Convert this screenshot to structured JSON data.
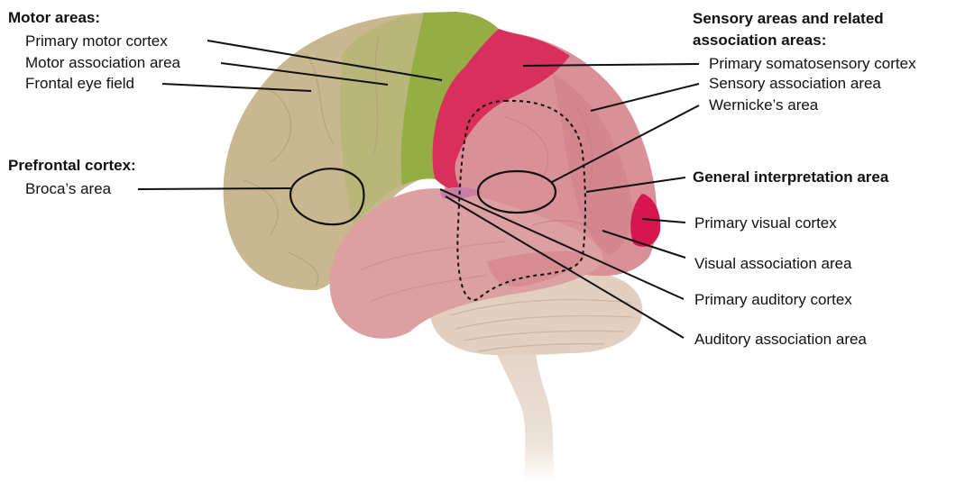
{
  "motor": {
    "heading": "Motor areas:",
    "primary_motor": "Primary motor cortex",
    "motor_association": "Motor association area",
    "frontal_eye": "Frontal eye field"
  },
  "prefrontal": {
    "heading": "Prefrontal cortex:",
    "broca": "Broca’s area"
  },
  "sensory": {
    "heading_line1": "Sensory areas and related",
    "heading_line2": "association areas:",
    "primary_somatosensory": "Primary somatosensory cortex",
    "sensory_association": "Sensory association area",
    "wernicke": "Wernicke’s area",
    "general_interpretation": "General interpretation area",
    "primary_visual": "Primary visual cortex",
    "visual_association": "Visual association area",
    "primary_auditory": "Primary auditory cortex",
    "auditory_association": "Auditory association area"
  },
  "colors": {
    "frontal": "#c9b88f",
    "motor_association": "#b9b67a",
    "primary_motor": "#94ad45",
    "somatosensory": "#d92f5c",
    "parietal": "#d99197",
    "temporal": "#dda0a0",
    "visual": "#d5164f",
    "cerebellum": "#e3cfbf",
    "brainstem": "#e7d8cc"
  }
}
